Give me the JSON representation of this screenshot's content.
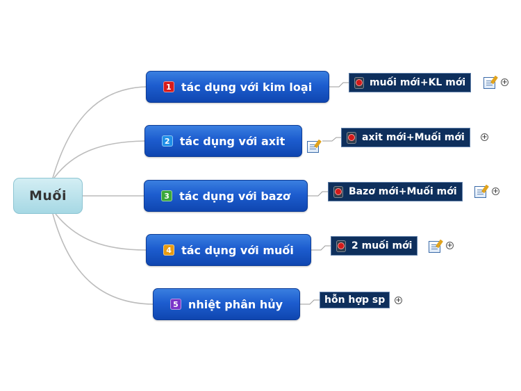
{
  "root": {
    "label": "Muối"
  },
  "topics": [
    {
      "number": "1",
      "label": "tác dụng với kim loại",
      "color": "#d81c1c",
      "sub": "muối mới+KL mới",
      "sub_icon": "pin-icon",
      "has_note": true
    },
    {
      "number": "2",
      "label": "tác dụng với axit",
      "color": "#1f8fe8",
      "sub": "axit mới+Muối mới",
      "sub_icon": "pin-icon",
      "has_note": true
    },
    {
      "number": "3",
      "label": "tác dụng với bazơ",
      "color": "#3aa83a",
      "sub": "Bazơ mới+Muối mới",
      "sub_icon": "pin-icon",
      "has_note": true
    },
    {
      "number": "4",
      "label": "tác dụng với muối",
      "color": "#e89b12",
      "sub": "2 muối mới",
      "sub_icon": "pin-icon",
      "has_note": true
    },
    {
      "number": "5",
      "label": "nhiệt phân hủy",
      "color": "#7a34c8",
      "sub": "hỗn hợp sp",
      "sub_icon": "",
      "has_note": false
    }
  ],
  "expand_symbol": "+",
  "connector_color": "#bcbcbc"
}
